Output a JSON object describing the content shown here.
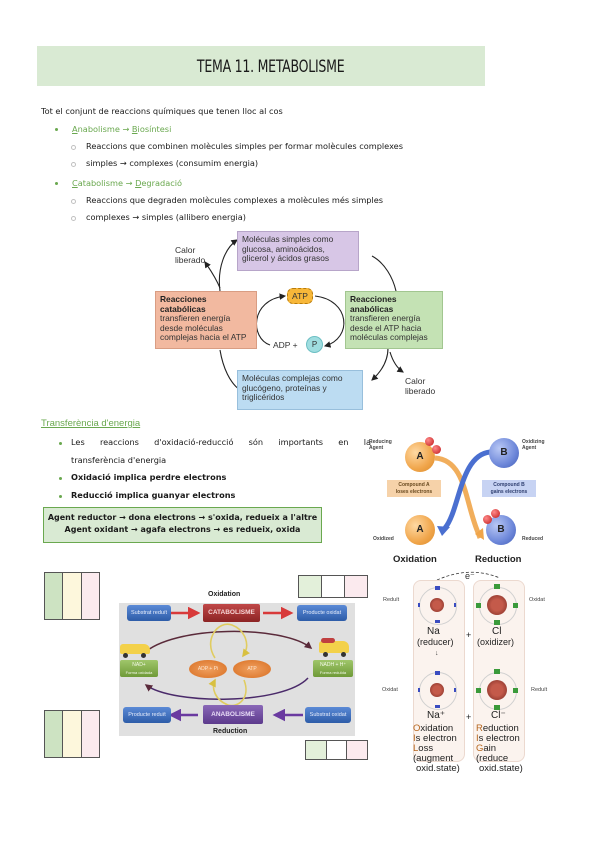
{
  "header": {
    "title": "TEMA 11. METABOLISME"
  },
  "intro": {
    "sentence": "Tot el conjunt de reaccions químiques que tenen lloc al cos",
    "items": [
      {
        "label_first_letter": "A",
        "label_rest": "nabolisme → ",
        "label2_first_letter": "B",
        "label2_rest": "iosíntesi",
        "sub": [
          "Reaccions que combinen molècules simples per formar molècules complexes",
          "simples → complexes (consumim energia)"
        ]
      },
      {
        "label_first_letter": "C",
        "label_rest": "atabolisme → ",
        "label2_first_letter": "D",
        "label2_rest": "egradació",
        "sub": [
          "Reaccions que degraden molècules complexes a molècules més simples",
          "complexes → simples (allibero energia)"
        ]
      }
    ]
  },
  "cycle_diagram": {
    "top_box": "Moléculas simples como glucosa, aminoácidos, glicerol y ácidos grasos",
    "top_box_lines": [
      "Moléculas simples como",
      "glucosa, aminoácidos,",
      "glicerol y ácidos grasos"
    ],
    "left_box_title": [
      "Reacciones",
      "catabólicas"
    ],
    "left_box_lines": [
      "transfieren energía",
      "desde moléculas",
      "complejas hacia el ATP"
    ],
    "right_box_title": [
      "Reacciones",
      "anabólicas"
    ],
    "right_box_lines": [
      "transfieren energía",
      "desde el ATP hacia",
      "moléculas complejas"
    ],
    "bottom_box_lines": [
      "Moléculas complejas como",
      "glucógeno, proteínas y",
      "triglicéridos"
    ],
    "atp": "ATP",
    "adp": "ADP +",
    "p": "P",
    "heat_left": [
      "Calor",
      "liberado"
    ],
    "heat_right": [
      "Calor",
      "liberado"
    ],
    "colors": {
      "top": "#d7c6e6",
      "left": "#f2b9a0",
      "right": "#c4e2b4",
      "bottom": "#bcdcf2",
      "atp": "#f7b739",
      "p": "#9fdde0"
    }
  },
  "energy_section": {
    "heading": "Transferència d'energia",
    "bullets": [
      {
        "text": "Les reaccions d'oxidació-reducció són importants en la transferència d'energia",
        "line1": [
          "Les",
          "reaccions",
          "d'oxidació-reducció",
          "són",
          "importants",
          "en",
          "la"
        ],
        "line2": "transferència d'energia",
        "bold": false
      },
      {
        "text": "Oxidació implica perdre electrons",
        "bold": true
      },
      {
        "text": "Reducció implica guanyar electrons",
        "bold": true
      }
    ],
    "summary_box": {
      "line1": "Agent reductor → dona electrons → s'oxida, redueix a l'altre",
      "line2": "Agent oxidant → agafa electrons → es redueix, oxida"
    }
  },
  "redox_diagram": {
    "reducing_agent": [
      "Reducing",
      "Agent"
    ],
    "oxidizing_agent": [
      "Oxidizing",
      "Agent"
    ],
    "ball_a": "A",
    "ball_b": "B",
    "electron": "e⁻",
    "compound_a": [
      "Compound A",
      "loses electrons"
    ],
    "compound_b": [
      "Compound B",
      "gains electrons"
    ],
    "oxidized": "Oxidized",
    "reduced": "Reduced",
    "oxidation": "Oxidation",
    "reduction": "Reduction"
  },
  "oxred_diagram": {
    "oxidation_label": "Oxidation",
    "reduction_label": "Reduction",
    "catabolisme": "CATABOLISME",
    "anabolisme": "ANABOLISME",
    "substrat_reduit": "Substrat reduït",
    "producte_oxidat": "Producte oxidat",
    "producte_reduit": "Producte reduït",
    "substrat_oxidat": "Substrat oxidat",
    "nad": [
      "NAD+",
      "Forma oxidada"
    ],
    "nadh": [
      "NADH + H⁺",
      "Forma reduïda"
    ],
    "adp_pi": "ADP + Pi",
    "atp": "ATP"
  },
  "nacl_diagram": {
    "electron": "e⁻",
    "reduit": "Reduït",
    "oxidat_top": "Oxidat",
    "oxidat_left": "Oxidat",
    "reduit_right": "Reduït",
    "na": "Na",
    "na_role": "(reducer)",
    "cl": "Cl",
    "cl_role": "(oxidizer)",
    "plus": "+",
    "na_ion": "Na⁺",
    "cl_ion": "Cl⁻",
    "oil": {
      "o": "O",
      "o_rest": "xidation",
      "i": "I",
      "i_rest": "s electron",
      "l": "L",
      "l_rest": "oss",
      "note": [
        "(augment",
        "oxid.state)"
      ]
    },
    "rig": {
      "r": "R",
      "r_rest": "eduction",
      "i": "I",
      "i_rest": "s electron",
      "g": "G",
      "g_rest": "ain",
      "note": [
        "(reduce",
        "oxid.state)"
      ]
    }
  }
}
